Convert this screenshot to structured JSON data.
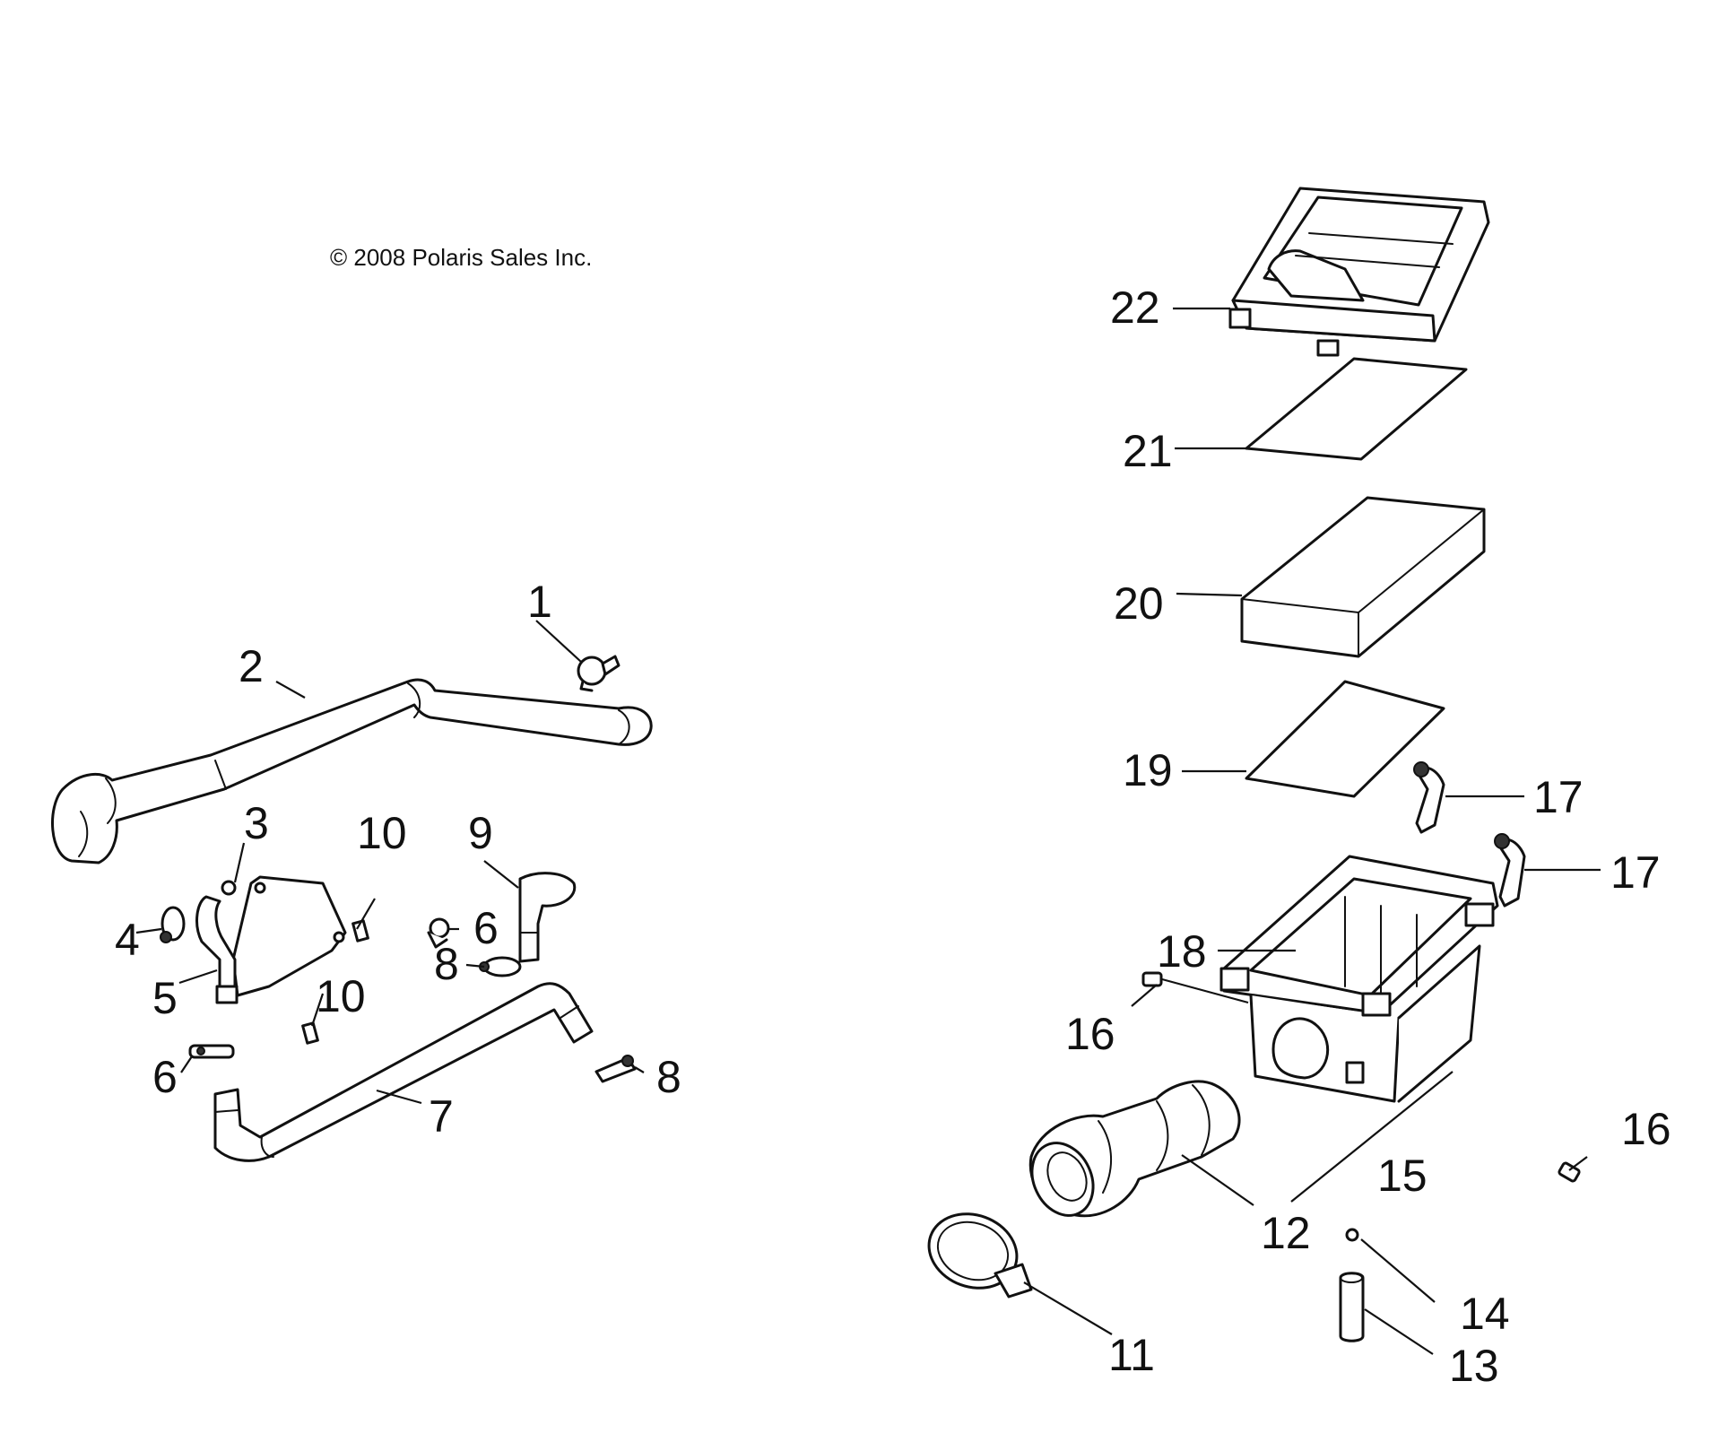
{
  "copyright": "© 2008 Polaris Sales Inc.",
  "callouts": [
    {
      "id": "c1",
      "label": "1"
    },
    {
      "id": "c2",
      "label": "2"
    },
    {
      "id": "c3",
      "label": "3"
    },
    {
      "id": "c4",
      "label": "4"
    },
    {
      "id": "c5",
      "label": "5"
    },
    {
      "id": "c6a",
      "label": "6"
    },
    {
      "id": "c6b",
      "label": "6"
    },
    {
      "id": "c7",
      "label": "7"
    },
    {
      "id": "c8a",
      "label": "8"
    },
    {
      "id": "c8b",
      "label": "8"
    },
    {
      "id": "c9",
      "label": "9"
    },
    {
      "id": "c10a",
      "label": "10"
    },
    {
      "id": "c10b",
      "label": "10"
    },
    {
      "id": "c11",
      "label": "11"
    },
    {
      "id": "c12",
      "label": "12"
    },
    {
      "id": "c13",
      "label": "13"
    },
    {
      "id": "c14",
      "label": "14"
    },
    {
      "id": "c15",
      "label": "15"
    },
    {
      "id": "c16a",
      "label": "16"
    },
    {
      "id": "c16b",
      "label": "16"
    },
    {
      "id": "c17a",
      "label": "17"
    },
    {
      "id": "c17b",
      "label": "17"
    },
    {
      "id": "c18",
      "label": "18"
    },
    {
      "id": "c19",
      "label": "19"
    },
    {
      "id": "c20",
      "label": "20"
    },
    {
      "id": "c21",
      "label": "21"
    },
    {
      "id": "c22",
      "label": "22"
    }
  ]
}
